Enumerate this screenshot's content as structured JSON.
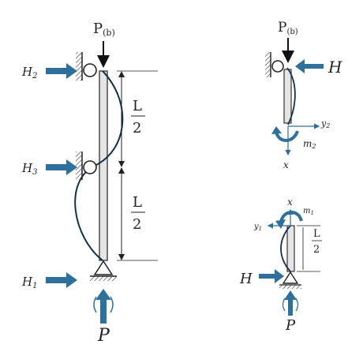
{
  "labels": {
    "load_top_main": "P(b)",
    "load_top_main_base": "P",
    "load_top_main_sub": "(b)",
    "h2_base": "H",
    "h2_sub": "2",
    "h3_base": "H",
    "h3_sub": "3",
    "h1_base": "H",
    "h1_sub": "1",
    "half_length_upper_num": "L",
    "half_length_upper_den": "2",
    "half_length_lower_num": "L",
    "half_length_lower_den": "2",
    "load_bottom_main": "P",
    "load_top_right_base": "P",
    "load_top_right_sub": "(b)",
    "h_top_right": "H",
    "y2_base": "y",
    "y2_sub": "2",
    "m2_base": "m",
    "m2_sub": "2",
    "x_top_right": "x",
    "x_bottom_right": "x",
    "m1_base": "m",
    "m1_sub": "1",
    "y1_base": "y",
    "y1_sub": "1",
    "small_length_num": "L",
    "small_length_den": "2",
    "h_bottom_right": "H",
    "load_bottom_right": "P"
  },
  "colors": {
    "arrow_blue": "#2f6f9b",
    "curve_navy": "#12324a",
    "column_gray": "#e5e5e5",
    "line_dark": "#222222"
  }
}
